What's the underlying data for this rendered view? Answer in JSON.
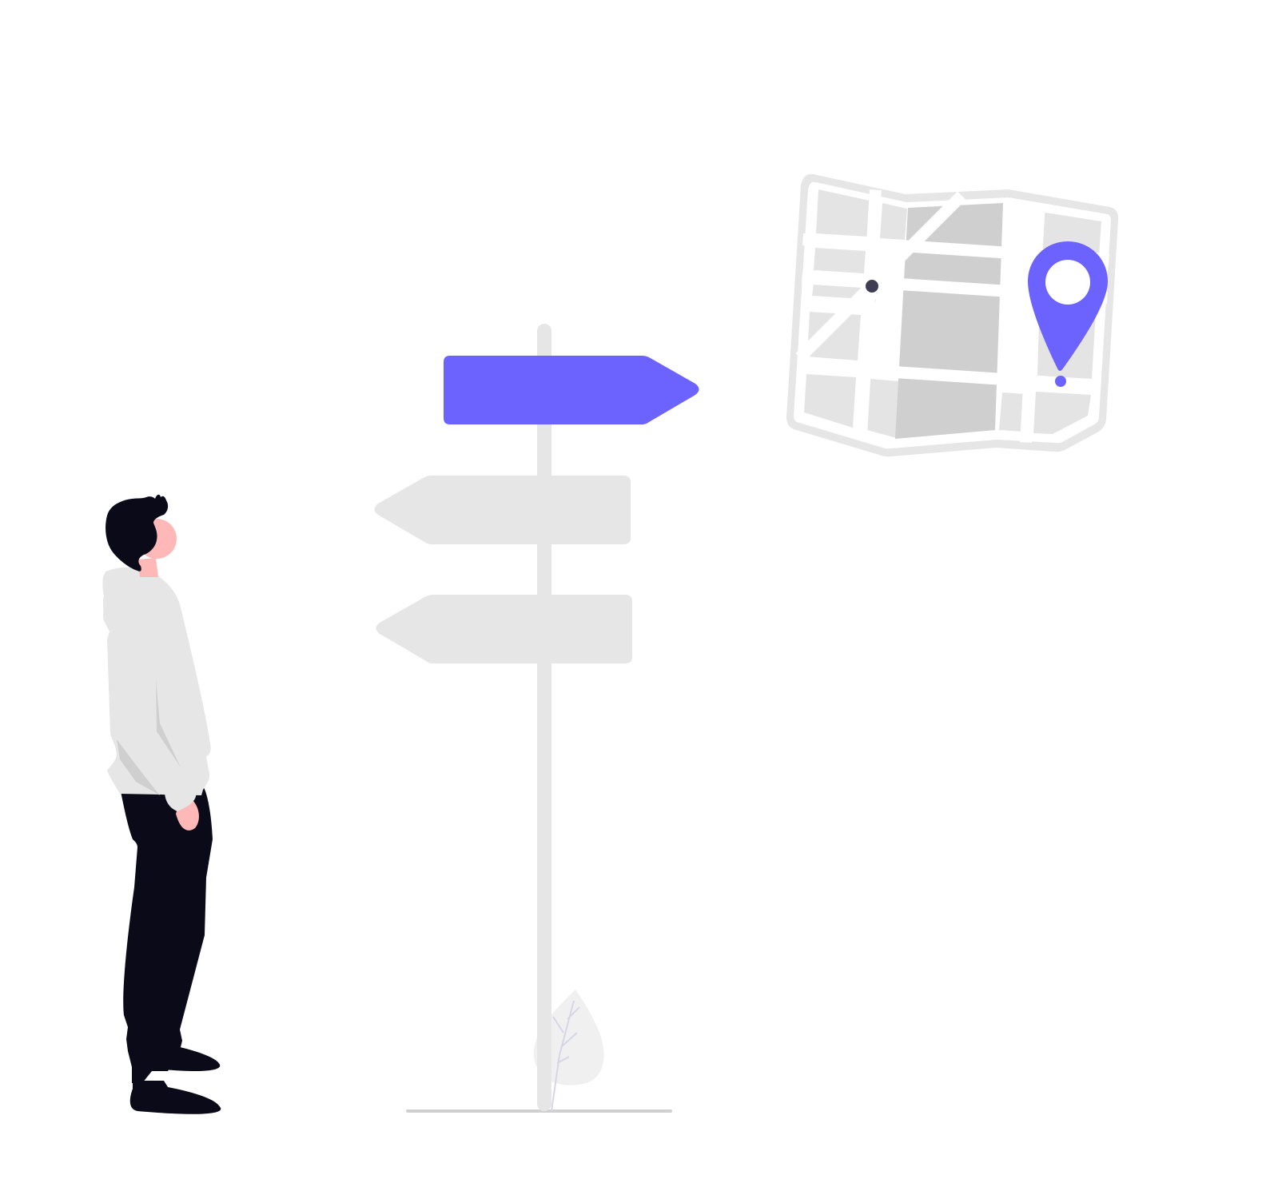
{
  "illustration": {
    "colors": {
      "background": "#ffffff",
      "accent": "#6c63ff",
      "light_gray": "#e6e6e6",
      "mid_gray": "#d0d0d0",
      "map_fold_shade": "#cfcfcf",
      "dark": "#0b0a19",
      "skin": "#ffb8b8",
      "ground": "#d0d0d0"
    },
    "elements": {
      "signpost": {
        "icon": "signpost-icon",
        "signs": [
          {
            "direction": "right",
            "highlighted": true
          },
          {
            "direction": "left",
            "highlighted": false
          },
          {
            "direction": "left",
            "highlighted": false
          }
        ]
      },
      "map": {
        "icon": "folded-map-icon",
        "pin_icon": "location-pin-icon"
      },
      "person": {
        "icon": "person-standing-icon"
      },
      "plant": {
        "icon": "leaf-icon"
      }
    }
  }
}
